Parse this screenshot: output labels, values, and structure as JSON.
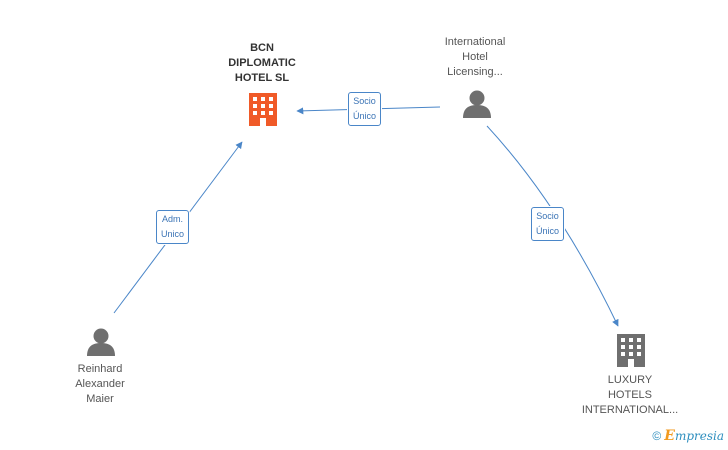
{
  "nodes": {
    "bcn": {
      "label_lines": [
        "BCN",
        "DIPLOMATIC",
        "HOTEL SL"
      ],
      "icon": "building-icon",
      "color": "#f05a28"
    },
    "ihl": {
      "label_lines": [
        "International",
        "Hotel",
        "Licensing..."
      ],
      "icon": "person-icon",
      "color": "#6f6f6f"
    },
    "reinhard": {
      "label_lines": [
        "Reinhard",
        "Alexander",
        "Maier"
      ],
      "icon": "person-icon",
      "color": "#6f6f6f"
    },
    "luxury": {
      "label_lines": [
        "LUXURY",
        "HOTELS",
        "INTERNATIONAL..."
      ],
      "icon": "building-icon",
      "color": "#6f6f6f"
    }
  },
  "edges": {
    "ihl_bcn": {
      "label_lines": [
        "Socio",
        "Único"
      ]
    },
    "reinhard_bcn": {
      "label_lines": [
        "Adm.",
        "Unico"
      ]
    },
    "ihl_luxury": {
      "label_lines": [
        "Socio",
        "Único"
      ]
    }
  },
  "colors": {
    "edge": "#4a86c8"
  },
  "watermark": {
    "symbol": "©",
    "brand_initial": "E",
    "brand_rest": "mpresia"
  }
}
